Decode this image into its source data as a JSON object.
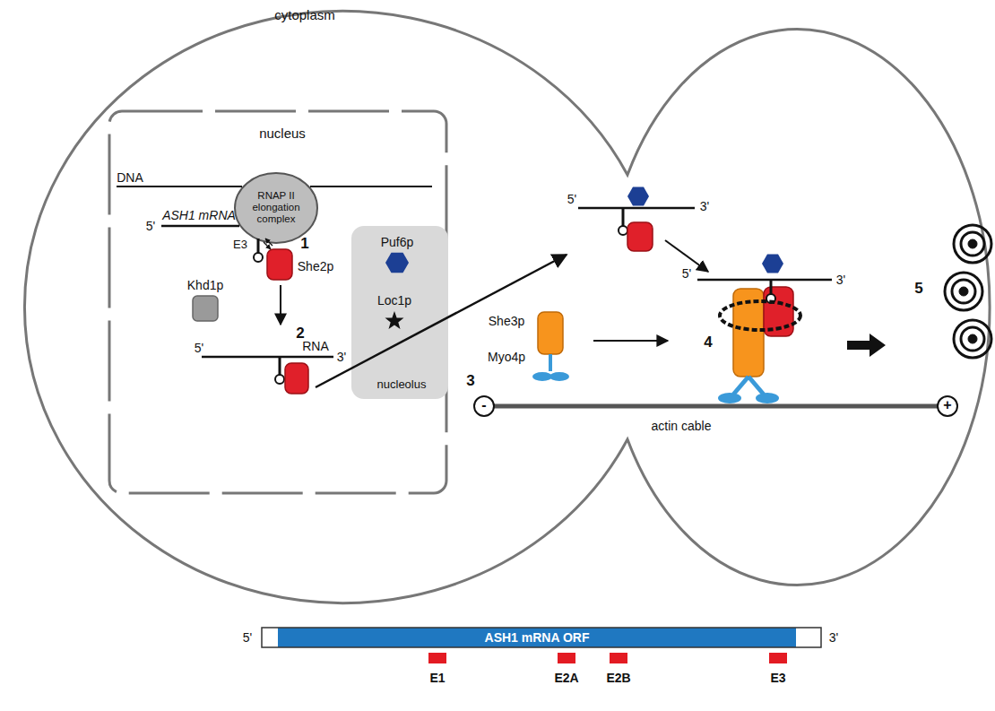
{
  "diagram": {
    "nodes": [
      {
        "text": [
          "cytoplasm"
        ]
      },
      {
        "text": [
          "nucleus"
        ],
        "in": 0
      },
      {
        "text": [
          "nucleolus"
        ],
        "in": 1
      },
      {
        "text": [
          "RNAP II elongation complex"
        ],
        "in": 1
      },
      {
        "text": [
          "ASH1 mRNA ORF"
        ]
      }
    ],
    "labels": [
      "DNA",
      "5'",
      "ASH1 mRNA",
      "E3",
      "1",
      "She2p",
      "Puf6p",
      "Loc1p",
      "Khd1p",
      "2",
      "5'",
      "RNA",
      "3'",
      "5'",
      "3'",
      "She3p",
      "Myo4p",
      "3",
      "4",
      "5'",
      "3'",
      "5",
      "-",
      "+",
      "actin cable",
      "5'",
      "3'",
      "E1",
      "E2A",
      "E2B",
      "E3"
    ]
  }
}
